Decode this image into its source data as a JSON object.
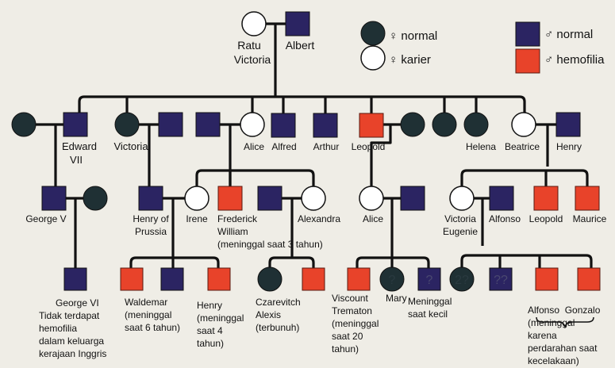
{
  "legend": {
    "female_normal": "♀ normal",
    "female_carrier": "♀ karier",
    "male_normal": "♂ normal",
    "male_hemophilia": "♂ hemofilia",
    "colors": {
      "male_normal": "#2b2462",
      "male_hemophilia": "#e8432a",
      "female_normal": "#1f3034",
      "female_carrier": "#ffffff"
    }
  },
  "gen1": {
    "victoria": [
      "Ratu",
      "Victoria"
    ],
    "albert": "Albert"
  },
  "gen2": {
    "edward": [
      "Edward",
      "VII"
    ],
    "victoria": "Victoria",
    "alice": "Alice",
    "alfred": "Alfred",
    "arthur": "Arthur",
    "leopold": "Leopold",
    "helena": "Helena",
    "beatrice": "Beatrice",
    "henry": "Henry"
  },
  "gen3": {
    "george_v": "George V",
    "henry_prussia": [
      "Henry of",
      "Prussia"
    ],
    "irene": "Irene",
    "frederick": [
      "Frederick",
      "William",
      "(meninggal saat 3 tahun)"
    ],
    "alexandra": "Alexandra",
    "alice": "Alice",
    "victoria_eugenie": [
      "Victoria",
      "Eugenie"
    ],
    "alfonso": "Alfonso",
    "leopold": "Leopold",
    "maurice": "Maurice"
  },
  "gen4": {
    "george_vi": [
      "George VI",
      "Tidak terdapat",
      "hemofilia",
      "dalam keluarga",
      "kerajaan Inggris"
    ],
    "waldemar": [
      "Waldemar",
      "(meninggal",
      "saat 6 tahun)"
    ],
    "henry": [
      "Henry",
      "(meninggal",
      "saat 4",
      "tahun)"
    ],
    "alexis": [
      "Czarevitch",
      "Alexis",
      "(terbunuh)"
    ],
    "viscount": [
      "Viscount",
      "Trematon",
      "(meninggal",
      "saat 20",
      "tahun)"
    ],
    "mary": "Mary",
    "died_young": [
      "Meninggal",
      "saat kecil"
    ],
    "alfonso_gonzalo": [
      "Alfonso  Gonzalo",
      "(meninggal",
      "karena",
      "perdarahan saat",
      "kecelakaan)"
    ],
    "marks": {
      "mary": "?",
      "died_young": "?",
      "daughter": "2?",
      "son": "??"
    }
  }
}
